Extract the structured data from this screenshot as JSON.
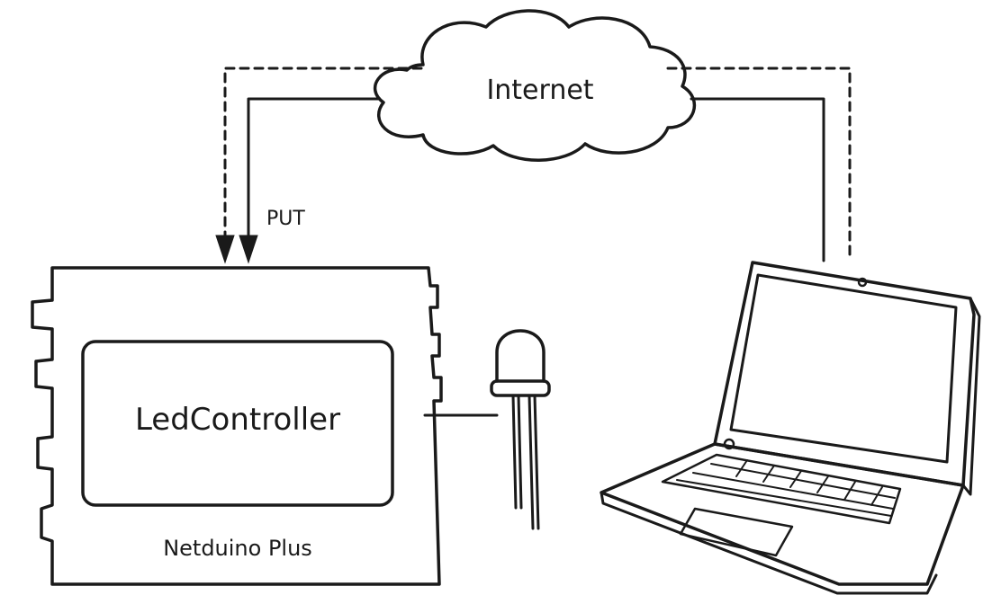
{
  "labels": {
    "cloud": "Internet",
    "request": "PUT",
    "controller": "LedController",
    "board": "Netduino Plus"
  }
}
